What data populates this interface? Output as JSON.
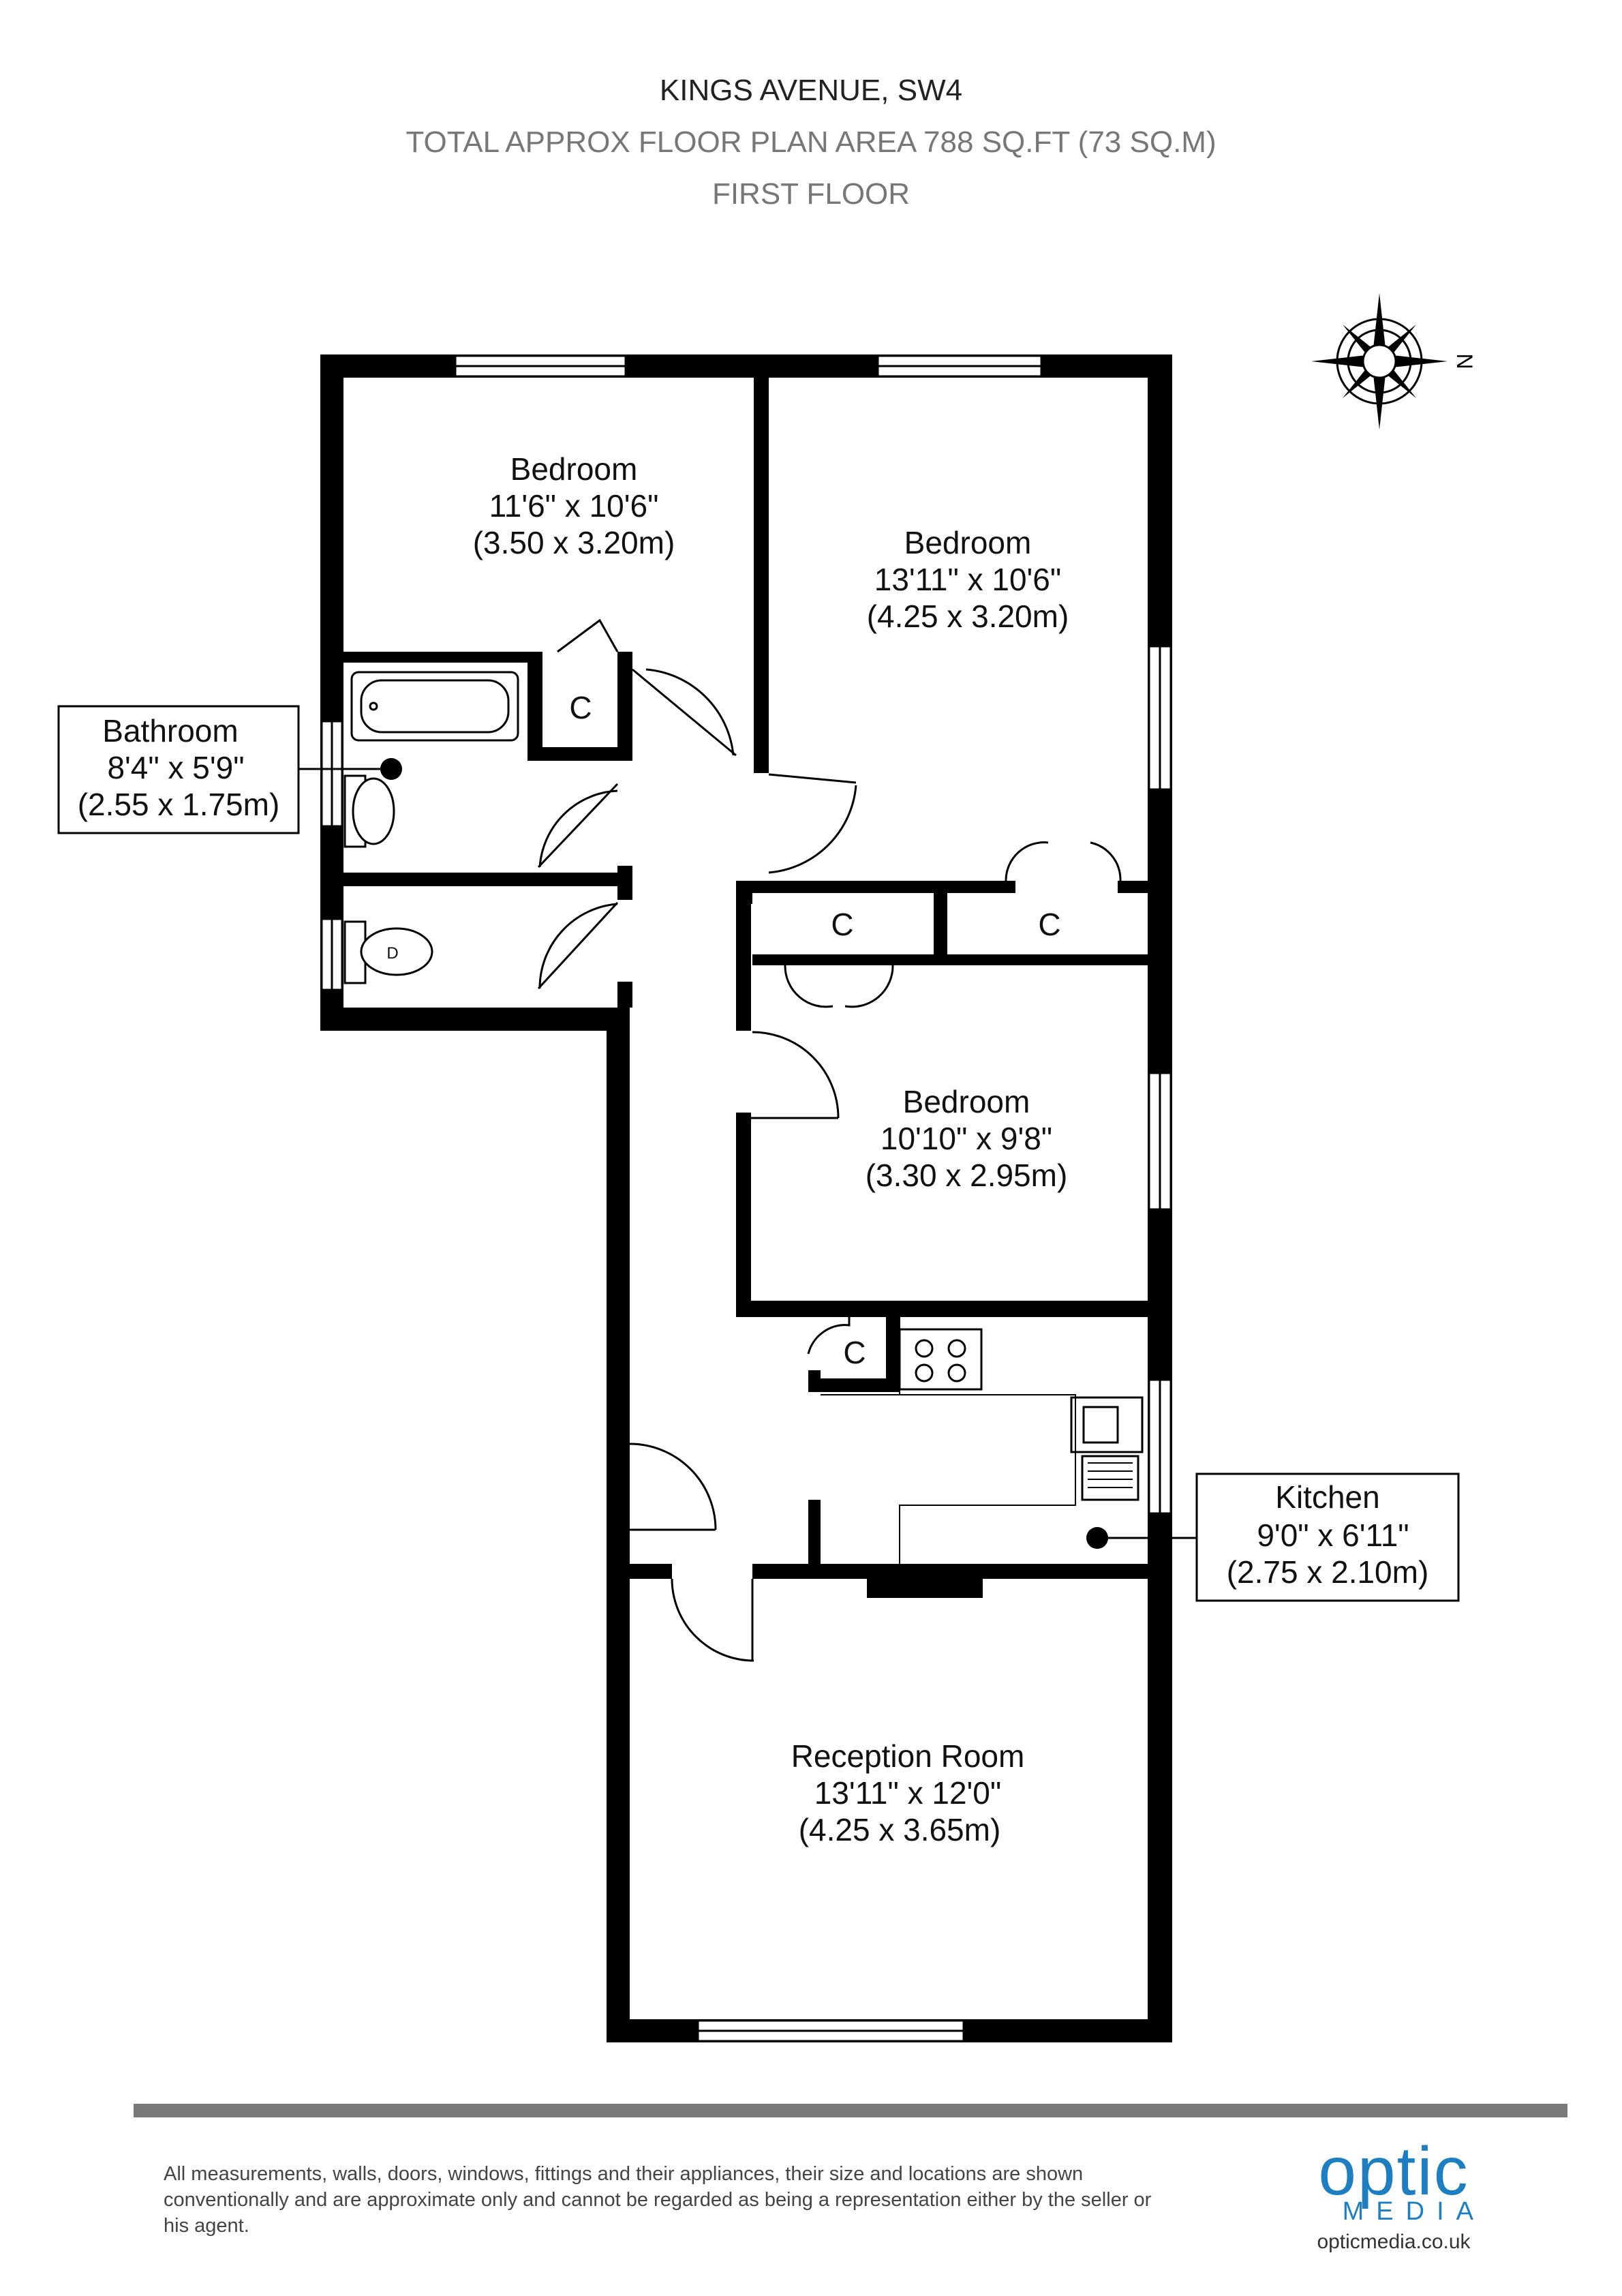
{
  "header": {
    "address": "KINGS AVENUE, SW4",
    "area": "TOTAL APPROX FLOOR PLAN AREA 788 SQ.FT (73 SQ.M)",
    "floor": "FIRST FLOOR"
  },
  "compass": {
    "label": "N"
  },
  "rooms": {
    "bedroom1": {
      "name": "Bedroom",
      "imperial": "11'6\" x 10'6\"",
      "metric": "(3.50 x 3.20m)"
    },
    "bedroom2": {
      "name": "Bedroom",
      "imperial": "13'11\" x 10'6\"",
      "metric": "(4.25 x 3.20m)"
    },
    "bedroom3": {
      "name": "Bedroom",
      "imperial": "10'10\" x 9'8\"",
      "metric": "(3.30 x 2.95m)"
    },
    "bathroom": {
      "name": "Bathroom",
      "imperial": "8'4\" x 5'9\"",
      "metric": "(2.55 x 1.75m)"
    },
    "kitchen": {
      "name": "Kitchen",
      "imperial": "9'0\" x 6'11\"",
      "metric": "(2.75 x 2.10m)"
    },
    "reception": {
      "name": "Reception Room",
      "imperial": "13'11\" x 12'0\"",
      "metric": "(4.25 x 3.65m)"
    }
  },
  "cupboard_label": "C",
  "wc_label": "D",
  "footer": {
    "disclaimer": "All measurements, walls, doors, windows, fittings and their appliances, their size and locations are shown conventionally and are approximate only and cannot be regarded as being a representation either by the seller or his agent.",
    "logo_main": "optic",
    "logo_sub": "MEDIA",
    "url": "opticmedia.co.uk"
  },
  "colors": {
    "wall": "#000000",
    "accent": "#1d7fc1",
    "bar": "#7a7a7a"
  }
}
